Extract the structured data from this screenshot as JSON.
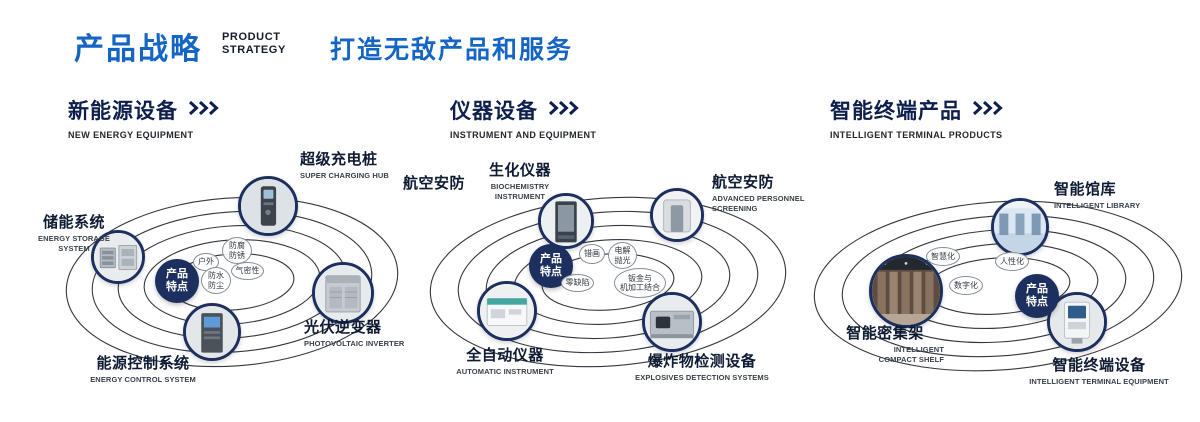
{
  "header": {
    "title_cn": "产品战略",
    "title_en_line1": "PRODUCT",
    "title_en_line2": "STRATEGY",
    "subtitle": "打造无敌产品和服务"
  },
  "colors": {
    "accent_blue": "#1565c5",
    "navy": "#1c2f5e"
  },
  "sections": [
    {
      "title": "新能源设备",
      "subtitle": "NEW ENERGY EQUIPMENT",
      "center_label": "产品\n特点",
      "tags": [
        "户外",
        "防腐\n防锈",
        "气密性",
        "防水\n防尘"
      ],
      "products": [
        {
          "cn": "储能系统",
          "en": "ENERGY STORAGE SYSTEM",
          "icon": "energy-storage-cabinets"
        },
        {
          "cn": "超级充电桩",
          "en": "SUPER CHARGING HUB",
          "icon": "ev-charging-pile"
        },
        {
          "cn": "光伏逆变器",
          "en": "PHOTOVOLTAIC INVERTER",
          "icon": "inverter-cabinet"
        },
        {
          "cn": "能源控制系统",
          "en": "ENERGY CONTROL SYSTEM",
          "icon": "control-cabinet"
        }
      ]
    },
    {
      "title": "仪器设备",
      "subtitle": "INSTRUMENT AND EQUIPMENT",
      "center_label": "产品\n特点",
      "side_label": "航空安防",
      "tags": [
        "错画",
        "电解\n抛光",
        "零缺陷",
        "钣金与\n机加工结合"
      ],
      "products": [
        {
          "cn": "生化仪器",
          "en": "BIOCHEMISTRY INSTRUMENT",
          "icon": "biochemistry-rack"
        },
        {
          "cn": "航空安防",
          "en": "ADVANCED PERSONNEL SCREENING",
          "icon": "personnel-scanner"
        },
        {
          "cn": "全自动仪器",
          "en": "AUTOMATIC INSTRUMENT",
          "icon": "automatic-analyzer"
        },
        {
          "cn": "爆炸物检测设备",
          "en": "EXPLOSIVES DETECTION SYSTEMS",
          "icon": "explosives-detector"
        }
      ]
    },
    {
      "title": "智能终端产品",
      "subtitle": "INTELLIGENT TERMINAL PRODUCTS",
      "center_label": "产品\n特点",
      "tags": [
        "智慧化",
        "人性化",
        "数字化"
      ],
      "products": [
        {
          "cn": "智能馆库",
          "en": "INTELLIGENT LIBRARY",
          "icon": "smart-library-room"
        },
        {
          "cn": "智能密集架",
          "en": "INTELLIGENT COMPACT SHELF",
          "icon": "compact-shelving"
        },
        {
          "cn": "智能终端设备",
          "en": "INTELLIGENT TERMINAL EQUIPMENT",
          "icon": "terminal-kiosk"
        }
      ]
    }
  ]
}
